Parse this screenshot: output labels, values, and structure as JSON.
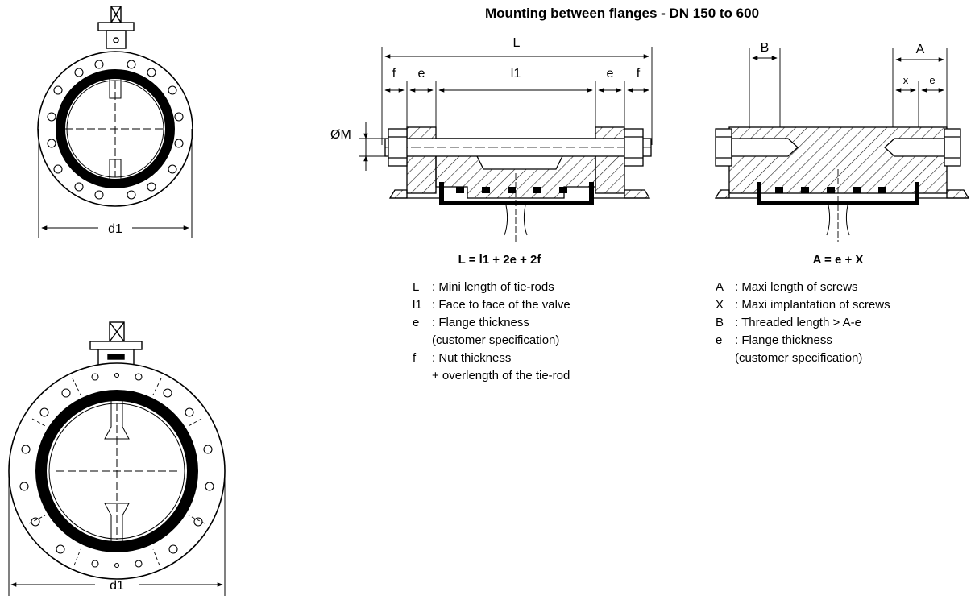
{
  "title": "Mounting between flanges - DN 150 to 600",
  "front_views": {
    "small_dim": "d1",
    "large_dim": "d1"
  },
  "tie_rod_view": {
    "dims": {
      "L": "L",
      "f_left": "f",
      "e_left": "e",
      "l1": "l1",
      "e_right": "e",
      "f_right": "f",
      "dia": "ØM"
    },
    "formula": "L = l1 + 2e + 2f",
    "legend": [
      {
        "key": "L",
        "text": ": Mini length of tie-rods"
      },
      {
        "key": "l1",
        "text": ": Face to face of the valve"
      },
      {
        "key": "e",
        "text": ": Flange thickness"
      },
      {
        "key": "",
        "text": "(customer specification)"
      },
      {
        "key": "f",
        "text": ": Nut thickness"
      },
      {
        "key": "",
        "text": "+ overlength of the tie-rod"
      }
    ]
  },
  "screw_view": {
    "dims": {
      "B": "B",
      "A": "A",
      "x": "x",
      "e": "e"
    },
    "formula": "A = e  + X",
    "legend": [
      {
        "key": "A",
        "text": ": Maxi length of screws"
      },
      {
        "key": "X",
        "text": ": Maxi implantation of screws"
      },
      {
        "key": "B",
        "text": ": Threaded length > A-e"
      },
      {
        "key": "e",
        "text": ": Flange thickness"
      },
      {
        "key": "",
        "text": "(customer specification)"
      }
    ]
  },
  "colors": {
    "ink": "#000000",
    "hatch": "#222222",
    "paper": "#ffffff"
  }
}
